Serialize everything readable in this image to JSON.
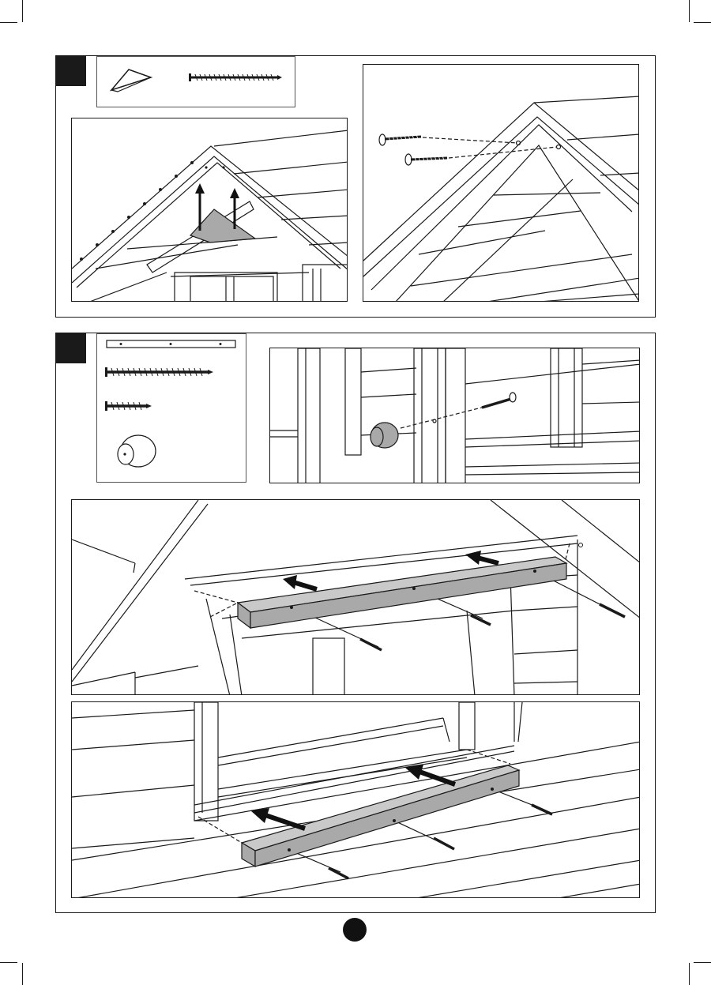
{
  "page": {
    "sections": [
      {
        "panels": [
          {
            "name": "roof-apex-reinforcement-insertion",
            "icons": [
              "arrow-up-icon",
              "arrow-up-icon"
            ]
          },
          {
            "name": "roof-apex-screw-fixing",
            "icons": [
              "screw-icon",
              "screw-icon"
            ]
          }
        ],
        "parts": [
          {
            "icon": "triangle-block-icon"
          },
          {
            "icon": "long-screw-icon"
          }
        ]
      },
      {
        "panels": [
          {
            "name": "door-knob-fixing"
          },
          {
            "name": "upper-beam-fixing",
            "icons": [
              "arrow-left-icon",
              "arrow-left-icon"
            ]
          },
          {
            "name": "lower-beam-fixing",
            "icons": [
              "arrow-left-icon",
              "arrow-left-icon"
            ]
          }
        ],
        "parts": [
          {
            "icon": "wooden-strip-icon"
          },
          {
            "icon": "long-screw-icon"
          },
          {
            "icon": "short-screw-icon"
          },
          {
            "icon": "knob-icon"
          }
        ]
      }
    ]
  },
  "colors": {
    "line": "#1a1a1a",
    "part_fill": "#a9a9a9",
    "arrow": "#111111",
    "background": "#ffffff"
  }
}
